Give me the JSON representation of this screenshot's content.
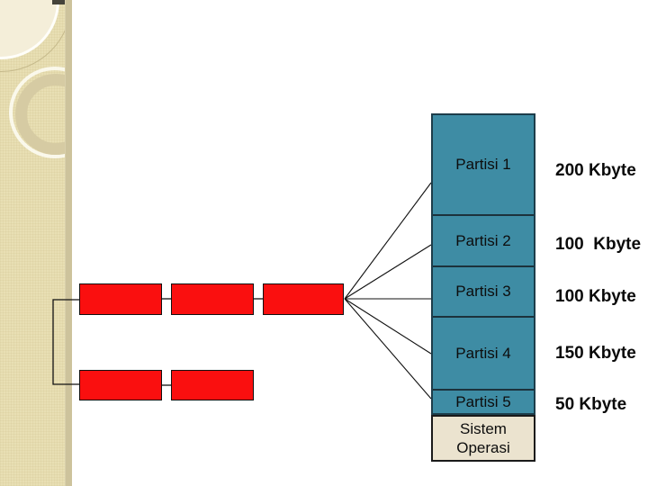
{
  "slide": {
    "background": "#ffffff",
    "language": "Indonesian"
  },
  "colors": {
    "sidebar_bg": "#e8dfb4",
    "sidebar_edge_strip": "#cdc39c",
    "sidebar_ring": "#d6cba3",
    "partition_fill": "#3e8ca4",
    "partition_border": "#1d3d4a",
    "memory_block_fill": "#fa0f0f",
    "os_box_fill": "#ebe3cf",
    "line_color": "#111111",
    "text_color": "#0d0d0d"
  },
  "partitions": [
    {
      "label": "Partisi 1",
      "size": "200 Kbyte"
    },
    {
      "label": "Partisi 2",
      "size": "100  Kbyte"
    },
    {
      "label": "Partisi 3",
      "size": "100 Kbyte"
    },
    {
      "label": "Partisi 4",
      "size": "150 Kbyte"
    },
    {
      "label": "Partisi 5",
      "size": "50 Kbyte"
    }
  ],
  "os_box": {
    "label": "Sistem Operasi"
  },
  "memory_blocks": {
    "row1_count": 3,
    "row2_count": 2
  }
}
